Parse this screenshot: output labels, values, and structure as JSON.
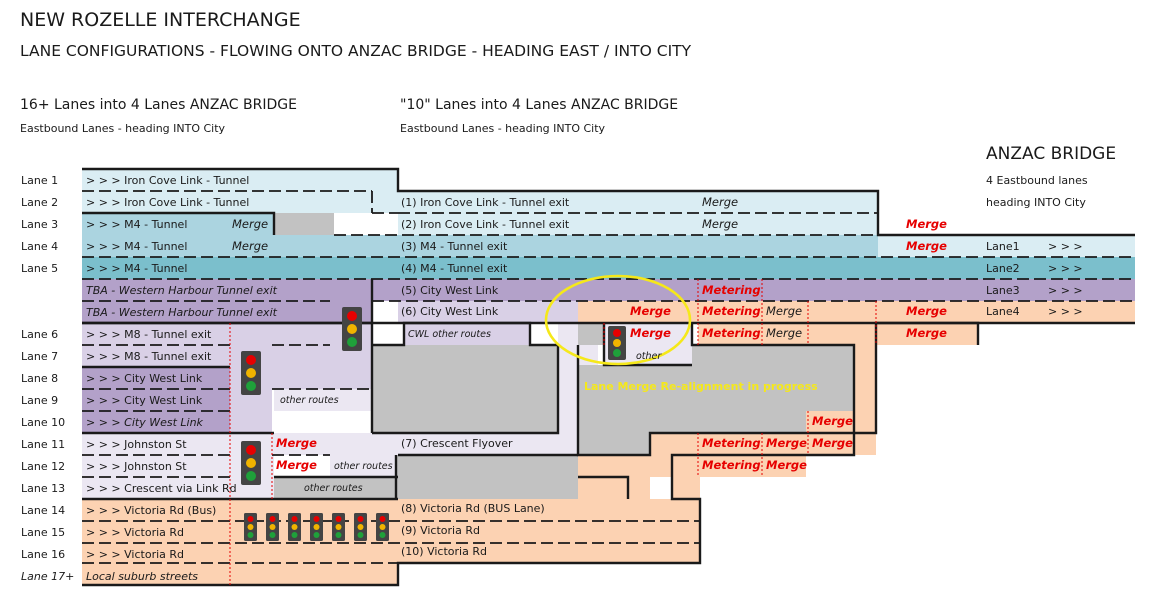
{
  "header": {
    "title": "NEW ROZELLE INTERCHANGE",
    "subtitle": "LANE CONFIGURATIONS - FLOWING ONTO ANZAC BRIDGE - HEADING EAST / INTO CITY",
    "left_heading": "16+ Lanes into 4 Lanes ANZAC BRIDGE",
    "left_subheading": "Eastbound  Lanes - heading INTO City",
    "mid_heading": "\"10\" Lanes into 4 Lanes ANZAC BRIDGE",
    "mid_subheading": "Eastbound  Lanes - heading INTO City",
    "right_heading": "ANZAC BRIDGE",
    "right_sub1": "4 Eastbound lanes",
    "right_sub2": "heading INTO City"
  },
  "lane_labels": [
    "Lane 1",
    "Lane 2",
    "Lane 3",
    "Lane 4",
    "Lane 5",
    "",
    "",
    "Lane 6",
    "Lane 7",
    "Lane 8",
    "Lane 9",
    "Lane 10",
    "Lane 11",
    "Lane 12",
    "Lane 13",
    "Lane 14",
    "Lane 15",
    "Lane 16",
    "Lane 17+"
  ],
  "origin_labels": [
    "> > > Iron Cove Link - Tunnel",
    "> > > Iron Cove Link - Tunnel",
    "> > > M4 - Tunnel",
    "> > > M4 - Tunnel",
    "> > > M4 - Tunnel",
    "TBA - Western Harbour Tunnel exit",
    "TBA - Western Harbour Tunnel exit",
    "> > > M8 - Tunnel exit",
    "> > > M8 - Tunnel exit",
    "> > > City West Link",
    "> > > City West Link",
    "> > > City West Link",
    "> > > Johnston St",
    "> > > Johnston St",
    "> > > Crescent via Link Rd",
    "> > > Victoria Rd (Bus)",
    "> > > Victoria Rd",
    "> > > Victoria Rd",
    "Local suburb streets"
  ],
  "mid_labels": [
    "(1) Iron Cove Link - Tunnel exit",
    "(2) Iron Cove Link - Tunnel exit",
    "(3) M4 - Tunnel exit",
    "(4) M4 - Tunnel exit",
    "(5) City West Link",
    "(6) City West Link",
    "(7) Crescent Flyover",
    "(8) Victoria Rd (BUS Lane)",
    "(9) Victoria Rd",
    "(10) Victoria Rd"
  ],
  "small_labels": {
    "cwl_other": "CWL other routes",
    "other": "other",
    "other_routes_1": "other routes",
    "other_routes_2": "other routes",
    "other_routes_3": "other routes"
  },
  "merge_word": "Merge",
  "metering_word": "Metering",
  "bridge_lanes": [
    "Lane1",
    "Lane2",
    "Lane3",
    "Lane4"
  ],
  "bridge_arrows": "> > >",
  "annotation": "Lane Merge  Re-alignment in progress",
  "colors": {
    "light_blue": "#daedf3",
    "mid_blue": "#abd4e0",
    "teal": "#7bbfcc",
    "purple": "#b3a1c9",
    "light_purple": "#d9d0e6",
    "pale_lilac": "#ebe7f2",
    "peach": "#fcd2b2",
    "gray": "#c2c2c2",
    "merge_red": "#e60000",
    "annotation_yellow": "#f5e81a"
  }
}
